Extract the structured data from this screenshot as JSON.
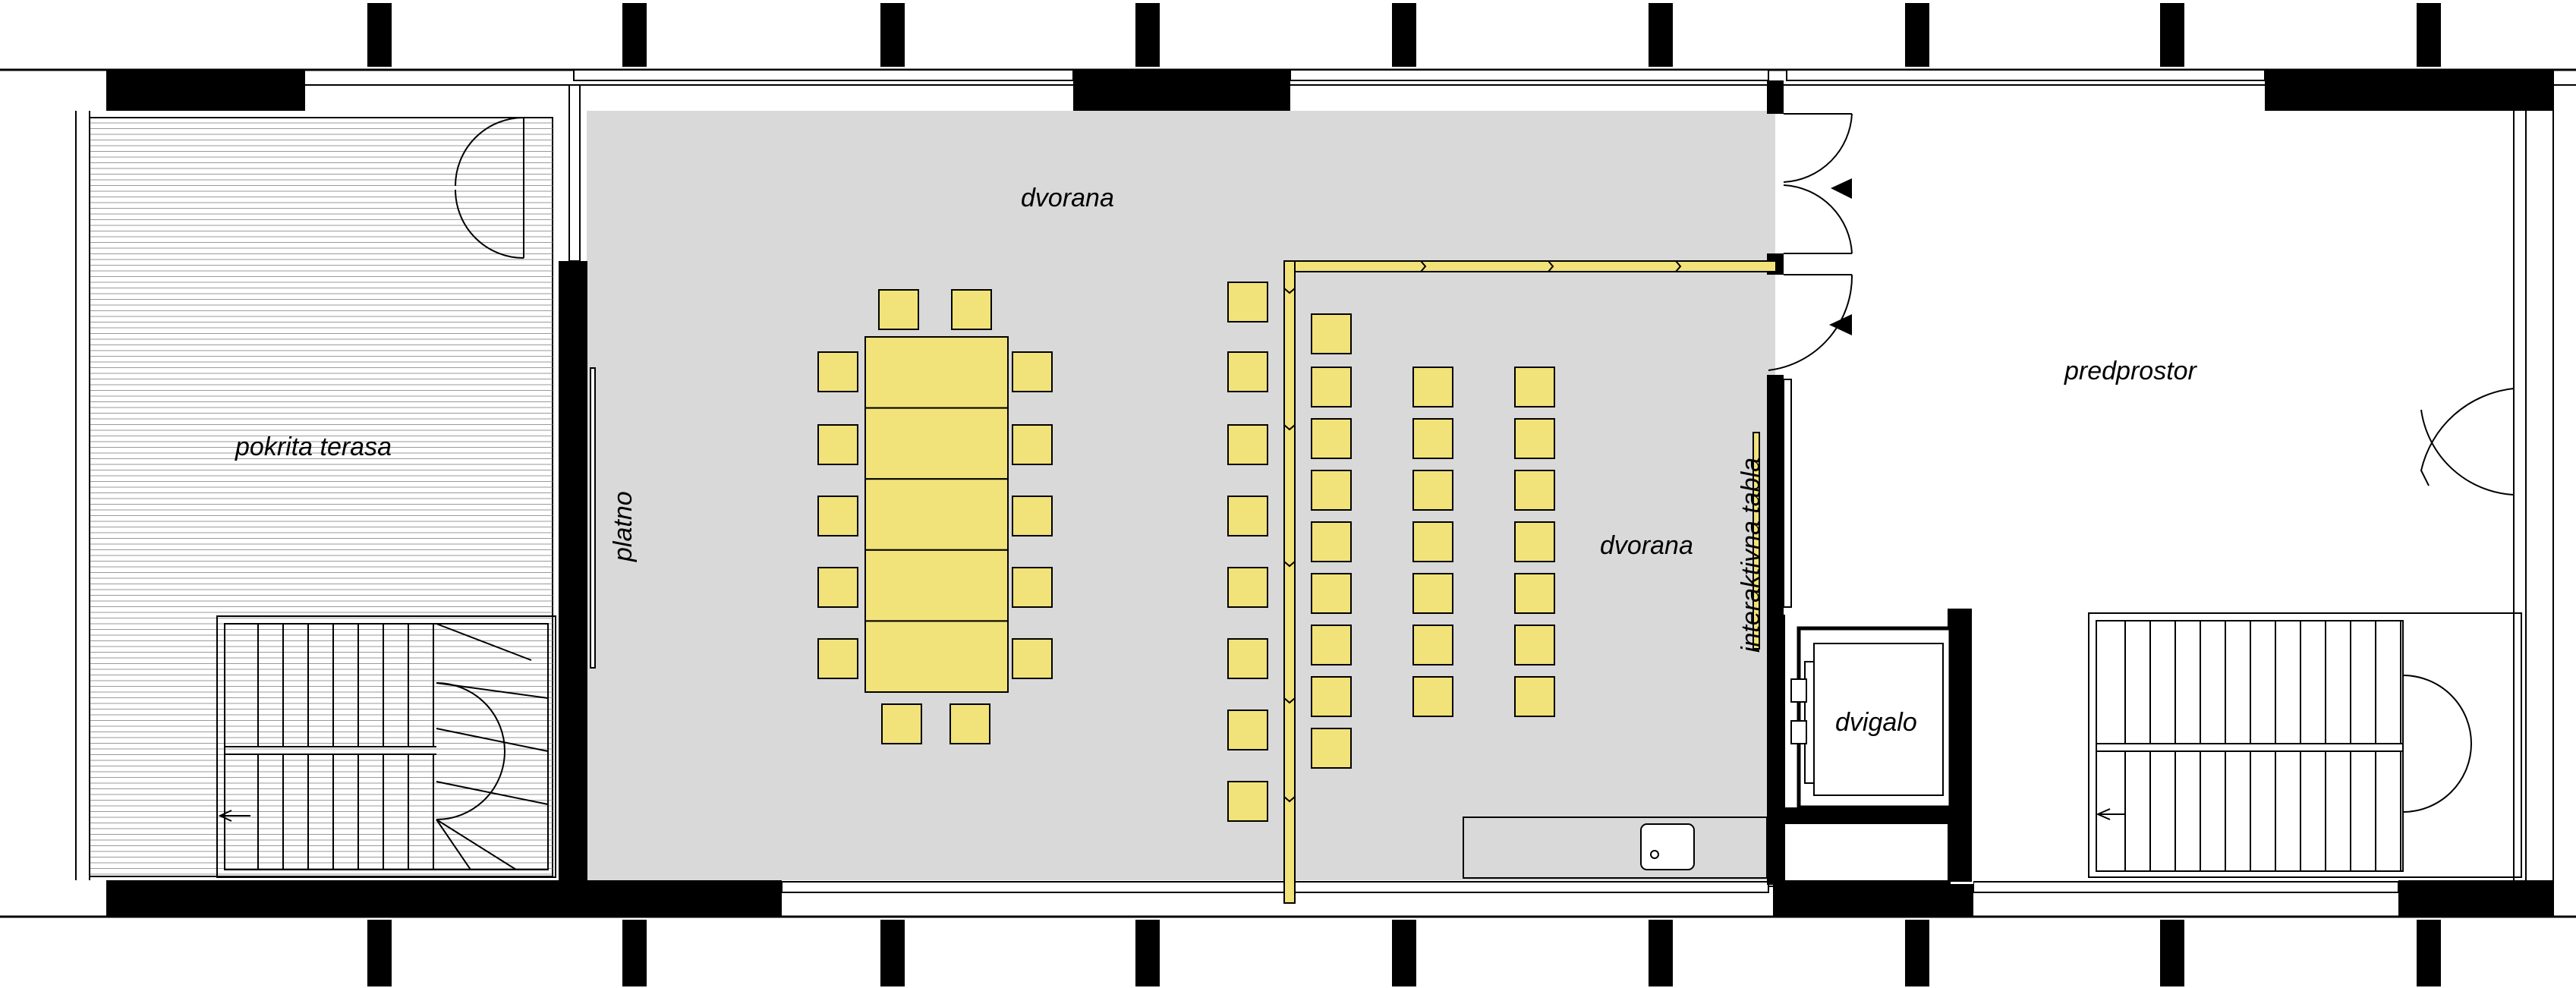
{
  "labels": {
    "hall_upper": "dvorana",
    "hall_right": "dvorana",
    "terrace": "pokrita terasa",
    "screen": "platno",
    "board": "interaktivna tabla",
    "lobby": "predprostor",
    "elevator": "dvigalo"
  },
  "colors": {
    "wall": "#000000",
    "hall_floor": "#d9d9d9",
    "furniture": "#f2e27a",
    "partition": "#f2e27a",
    "line": "#000000"
  },
  "icons": [
    "entrance-arrow-icon",
    "sink-icon",
    "stair-direction-arrow-icon"
  ]
}
